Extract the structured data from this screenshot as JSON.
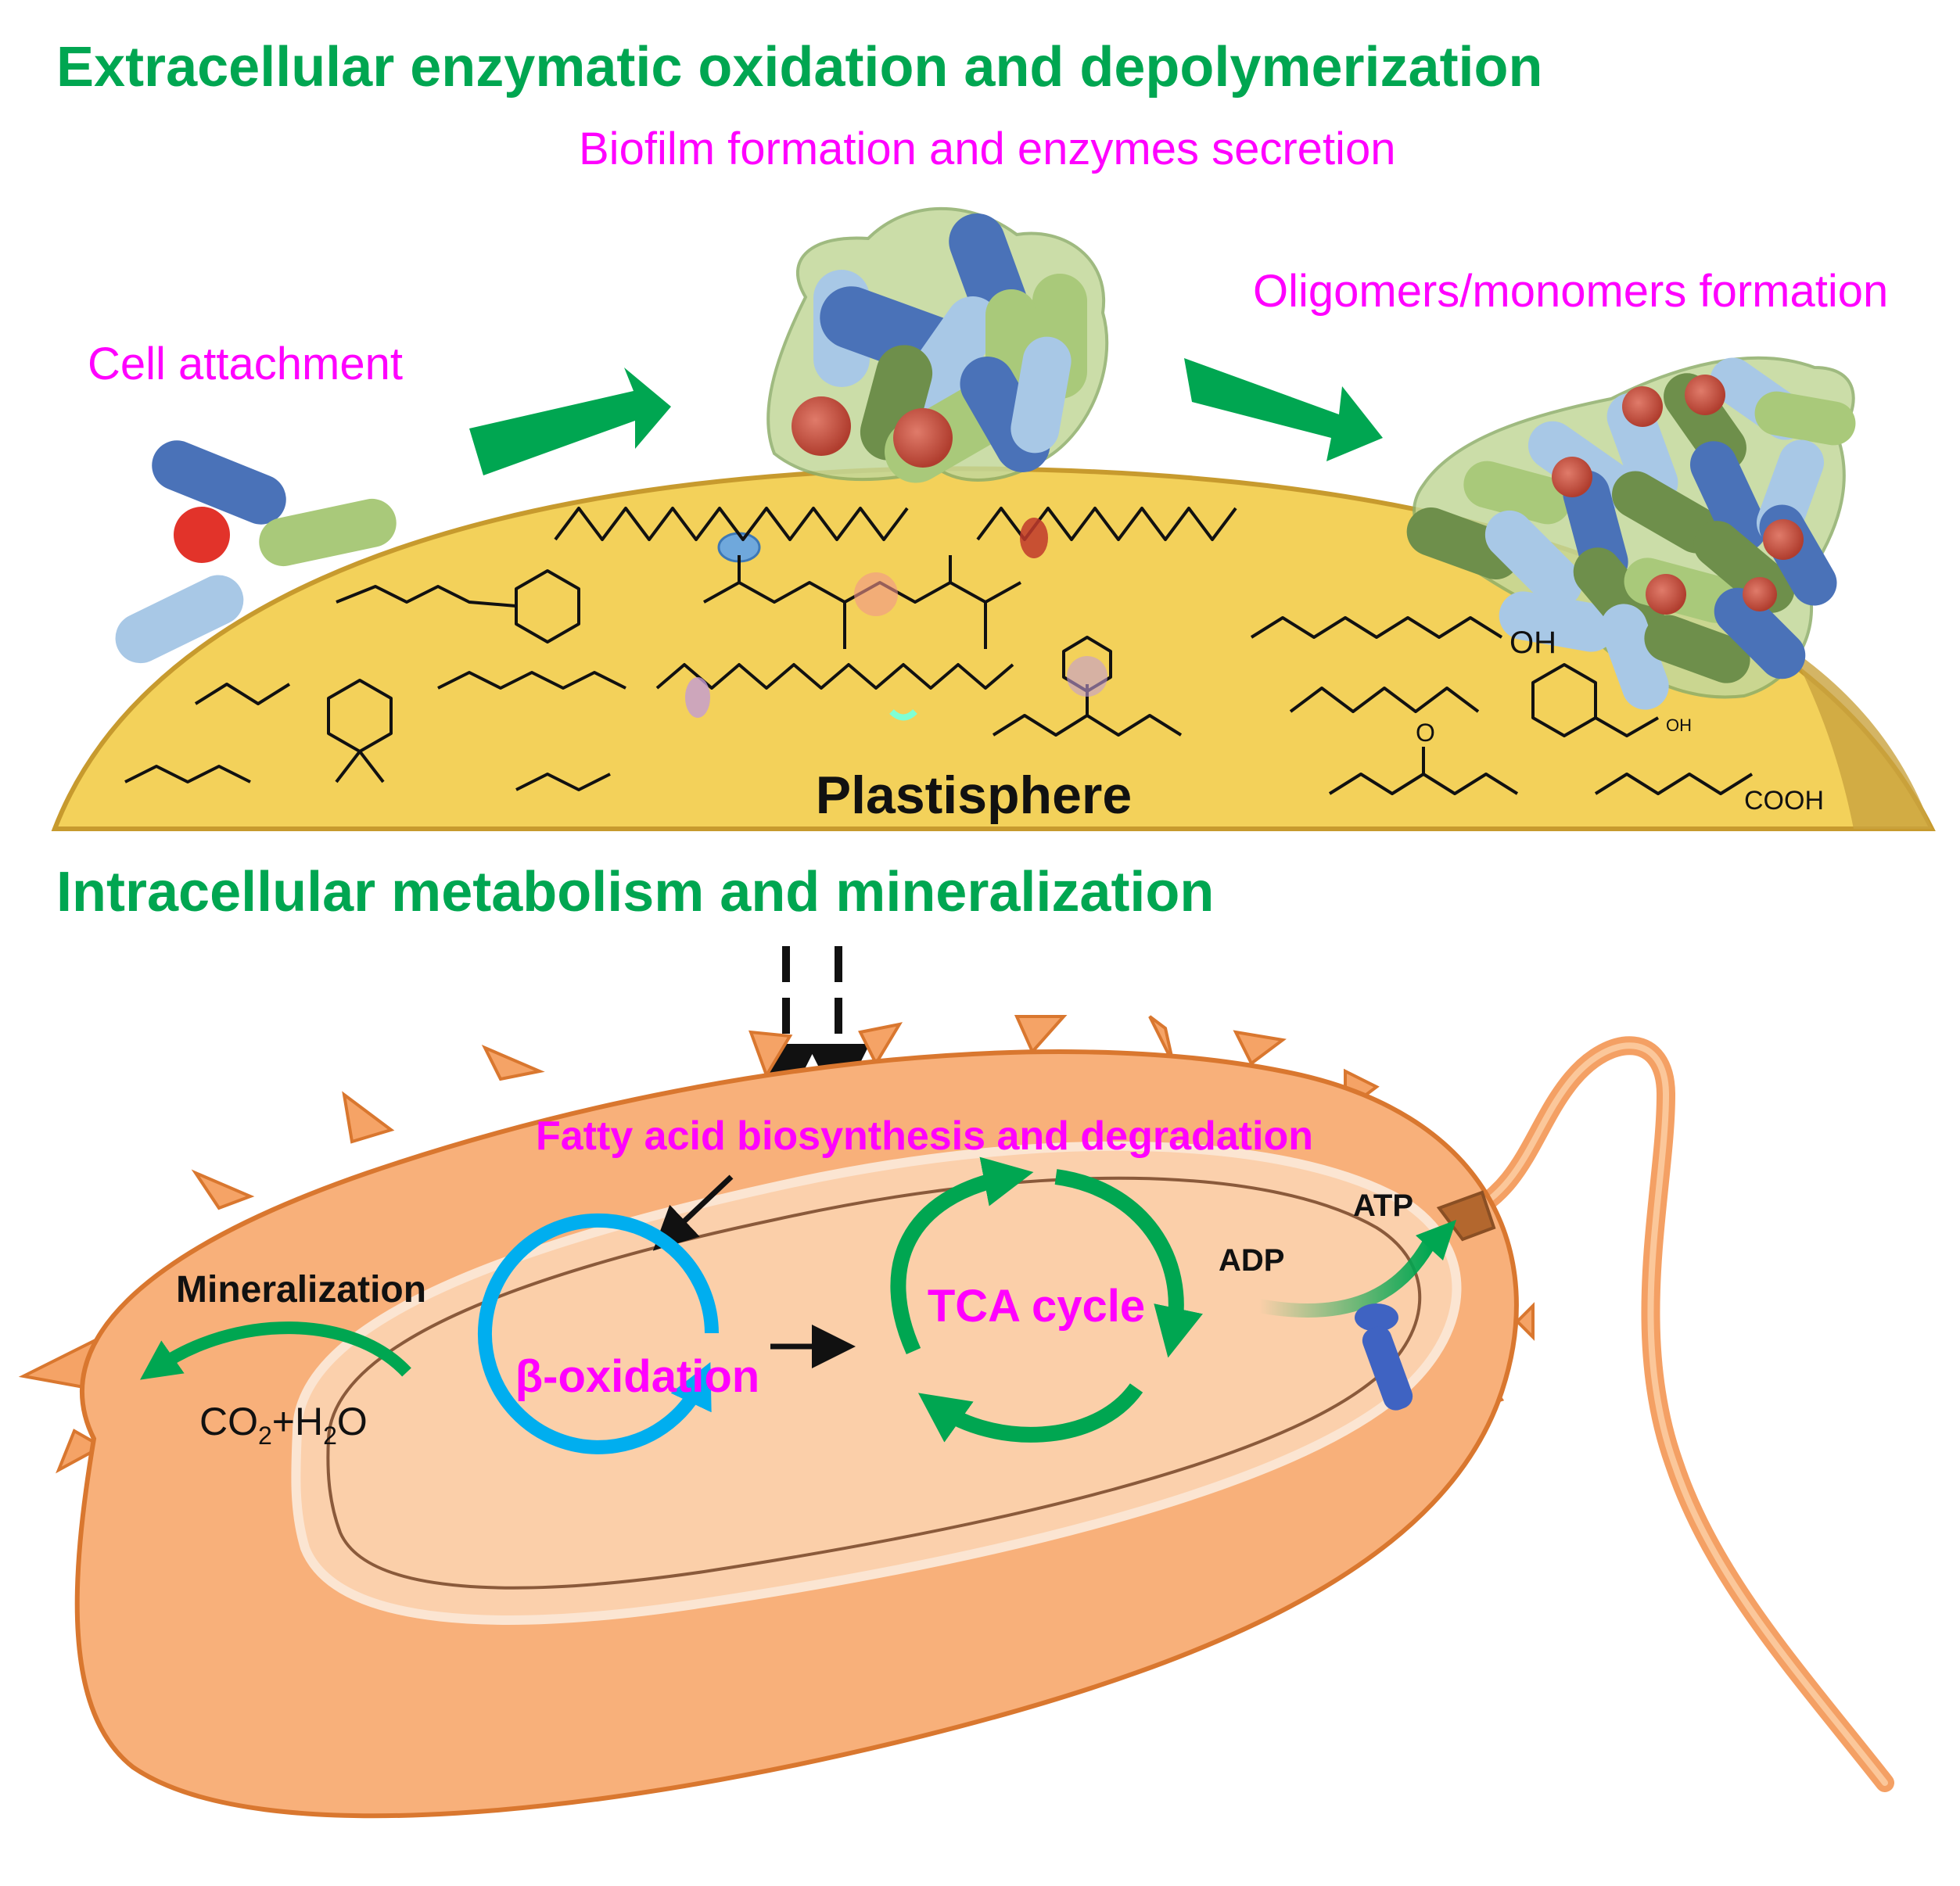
{
  "colors": {
    "section_title": "#00a651",
    "step_label": "#ff00ff",
    "arrow_green": "#00a651",
    "plastisphere_fill": "#f3d15a",
    "plastisphere_edge": "#c79a2e",
    "cell_body": "#f8b07a",
    "cell_outline": "#d9772f",
    "beta_cycle": "#00aeef",
    "transporter": "#3f63c2"
  },
  "extracellular": {
    "title": "Extracellular enzymatic oxidation and depolymerization",
    "step_attachment": "Cell attachment",
    "step_biofilm": "Biofilm formation and enzymes secretion",
    "step_oligomers": "Oligomers/monomers formation",
    "surface_label": "Plastisphere",
    "chem_labels": {
      "oh": "OH",
      "oh_small": "OH",
      "ketone_o": "O",
      "cooh": "COOH"
    }
  },
  "intracellular": {
    "title": "Intracellular metabolism and mineralization",
    "fatty_acid": "Fatty acid biosynthesis and degradation",
    "beta_oxidation": "β-oxidation",
    "tca": "TCA cycle",
    "mineralization": "Mineralization",
    "products": {
      "co": "CO",
      "sub1": "2",
      "plus_h": "+H",
      "sub2": "2",
      "o": "O"
    },
    "adp": "ADP",
    "atp": "ATP"
  }
}
